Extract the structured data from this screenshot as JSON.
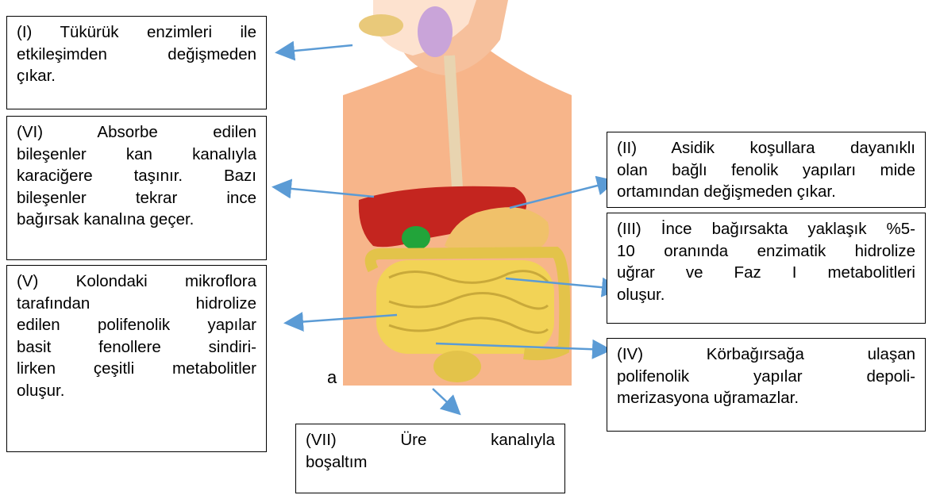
{
  "stray_letter": "a",
  "accent": "#5b9bd5",
  "labels": {
    "I": [
      "(I) Tükürük enzimleri ile",
      "etkileşimden değişmeden",
      "çıkar."
    ],
    "VI": [
      "(VI) Absorbe edilen",
      "bileşenler kan kanalıyla",
      "karaciğere taşınır. Bazı",
      "bileşenler tekrar ince",
      "bağırsak kanalına geçer."
    ],
    "V": [
      "(V) Kolondaki mikroflora",
      "tarafından hidrolize",
      "edilen polifenolik yapılar",
      "basit fenollere sindiri-",
      "lirken çeşitli metabolitler",
      "oluşur."
    ],
    "II": [
      "(II) Asidik koşullara dayanıklı",
      "olan bağlı fenolik yapıları mide",
      "ortamından değişmeden çıkar."
    ],
    "III": [
      "(III) İnce bağırsakta yaklaşık %5-",
      "10 oranında enzimatik hidrolize",
      "uğrar ve Faz I metabolitleri",
      "oluşur."
    ],
    "IV": [
      "(IV) Körbağırsağa ulaşan",
      "polifenolik yapılar depoli-",
      "merizasyona uğramazlar."
    ],
    "VII": [
      "(VII) Üre kanalıyla",
      "boşaltım"
    ]
  }
}
